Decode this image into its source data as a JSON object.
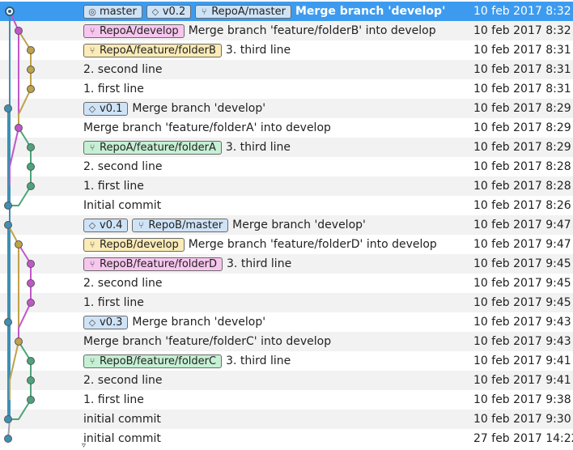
{
  "commits": [
    {
      "refs": [
        {
          "kind": "head",
          "label": "master",
          "color": "#cfe3f7"
        },
        {
          "kind": "tag",
          "label": "v0.2",
          "color": "#cfe3f7"
        },
        {
          "kind": "branch",
          "label": "RepoA/master",
          "color": "#cfe3f7"
        }
      ],
      "message": "Merge branch 'develop'",
      "date": "10 feb 2017 8:32",
      "selected": true
    },
    {
      "refs": [
        {
          "kind": "branch",
          "label": "RepoA/develop",
          "color": "#f7c6ee"
        }
      ],
      "message": "Merge branch 'feature/folderB' into develop",
      "date": "10 feb 2017 8:32"
    },
    {
      "refs": [
        {
          "kind": "branch",
          "label": "RepoA/feature/folderB",
          "color": "#fbebb6"
        }
      ],
      "message": "3. third line",
      "date": "10 feb 2017 8:31"
    },
    {
      "refs": [],
      "message": "2. second line",
      "date": "10 feb 2017 8:31"
    },
    {
      "refs": [],
      "message": "1. first line",
      "date": "10 feb 2017 8:31"
    },
    {
      "refs": [
        {
          "kind": "tag",
          "label": "v0.1",
          "color": "#cfe3f7"
        }
      ],
      "message": "Merge branch 'develop'",
      "date": "10 feb 2017 8:29"
    },
    {
      "refs": [],
      "message": "Merge branch 'feature/folderA' into develop",
      "date": "10 feb 2017 8:29"
    },
    {
      "refs": [
        {
          "kind": "branch",
          "label": "RepoA/feature/folderA",
          "color": "#c6f0d4"
        }
      ],
      "message": "3. third line",
      "date": "10 feb 2017 8:29"
    },
    {
      "refs": [],
      "message": "2. second line",
      "date": "10 feb 2017 8:28"
    },
    {
      "refs": [],
      "message": "1. first line",
      "date": "10 feb 2017 8:28"
    },
    {
      "refs": [],
      "message": "Initial commit",
      "date": "10 feb 2017 8:26"
    },
    {
      "refs": [
        {
          "kind": "tag",
          "label": "v0.4",
          "color": "#cfe3f7"
        },
        {
          "kind": "branch",
          "label": "RepoB/master",
          "color": "#cfe3f7"
        }
      ],
      "message": "Merge branch 'develop'",
      "date": "10 feb 2017 9:47"
    },
    {
      "refs": [
        {
          "kind": "branch",
          "label": "RepoB/develop",
          "color": "#fbebb6"
        }
      ],
      "message": "Merge branch 'feature/folderD' into develop",
      "date": "10 feb 2017 9:47"
    },
    {
      "refs": [
        {
          "kind": "branch",
          "label": "RepoB/feature/folderD",
          "color": "#f7c6ee"
        }
      ],
      "message": "3. third line",
      "date": "10 feb 2017 9:45"
    },
    {
      "refs": [],
      "message": "2. second line",
      "date": "10 feb 2017 9:45"
    },
    {
      "refs": [],
      "message": "1. first line",
      "date": "10 feb 2017 9:45"
    },
    {
      "refs": [
        {
          "kind": "tag",
          "label": "v0.3",
          "color": "#cfe3f7"
        }
      ],
      "message": "Merge branch 'develop'",
      "date": "10 feb 2017 9:43"
    },
    {
      "refs": [],
      "message": "Merge branch 'feature/folderC' into develop",
      "date": "10 feb 2017 9:43"
    },
    {
      "refs": [
        {
          "kind": "branch",
          "label": "RepoB/feature/folderC",
          "color": "#c6f0d4"
        }
      ],
      "message": "3. third line",
      "date": "10 feb 2017 9:41"
    },
    {
      "refs": [],
      "message": "2. second line",
      "date": "10 feb 2017 9:41"
    },
    {
      "refs": [],
      "message": "1. first line",
      "date": "10 feb 2017 9:38"
    },
    {
      "refs": [],
      "message": "initial commit",
      "date": "10 feb 2017 9:30"
    },
    {
      "refs": [],
      "message": "initial commit",
      "date": "27 feb 2017 14:22"
    }
  ],
  "graph": {
    "colors": {
      "blue": "#3f8fb3",
      "magenta": "#c256c9",
      "olive": "#bfa24a",
      "green": "#4ba57a",
      "gray": "#9aa6ad"
    },
    "nodes": [
      {
        "row": 0,
        "lane": 1,
        "color": "blue",
        "head": true
      },
      {
        "row": 1,
        "lane": 2,
        "color": "magenta"
      },
      {
        "row": 2,
        "lane": 3,
        "color": "olive"
      },
      {
        "row": 3,
        "lane": 3,
        "color": "olive"
      },
      {
        "row": 4,
        "lane": 3,
        "color": "olive"
      },
      {
        "row": 5,
        "lane": 0,
        "color": "blue"
      },
      {
        "row": 6,
        "lane": 2,
        "color": "magenta"
      },
      {
        "row": 7,
        "lane": 3,
        "color": "green"
      },
      {
        "row": 8,
        "lane": 3,
        "color": "green"
      },
      {
        "row": 9,
        "lane": 3,
        "color": "green"
      },
      {
        "row": 10,
        "lane": 0,
        "color": "blue"
      },
      {
        "row": 11,
        "lane": 0,
        "color": "blue"
      },
      {
        "row": 12,
        "lane": 2,
        "color": "olive"
      },
      {
        "row": 13,
        "lane": 3,
        "color": "magenta"
      },
      {
        "row": 14,
        "lane": 3,
        "color": "magenta"
      },
      {
        "row": 15,
        "lane": 3,
        "color": "magenta"
      },
      {
        "row": 16,
        "lane": 0,
        "color": "blue"
      },
      {
        "row": 17,
        "lane": 2,
        "color": "olive"
      },
      {
        "row": 18,
        "lane": 3,
        "color": "green"
      },
      {
        "row": 19,
        "lane": 3,
        "color": "green"
      },
      {
        "row": 20,
        "lane": 3,
        "color": "green"
      },
      {
        "row": 21,
        "lane": 0,
        "color": "blue"
      },
      {
        "row": 22,
        "lane": 0,
        "color": "blue"
      }
    ],
    "edges": [
      {
        "color": "blue",
        "pts": [
          [
            1,
            0
          ],
          [
            1,
            21
          ]
        ]
      },
      {
        "color": "gray",
        "pts": [
          [
            1,
            21
          ],
          [
            0,
            22
          ]
        ]
      },
      {
        "color": "magenta",
        "pts": [
          [
            1,
            0
          ],
          [
            2,
            1
          ],
          [
            2,
            6
          ],
          [
            1,
            8
          ],
          [
            1,
            9
          ]
        ]
      },
      {
        "color": "olive",
        "pts": [
          [
            2,
            1
          ],
          [
            3,
            2
          ],
          [
            3,
            4
          ],
          [
            2,
            5.3
          ],
          [
            2,
            6
          ]
        ]
      },
      {
        "color": "blue",
        "pts": [
          [
            0,
            5
          ],
          [
            0,
            10
          ]
        ]
      },
      {
        "color": "green",
        "pts": [
          [
            2,
            6
          ],
          [
            3,
            7
          ],
          [
            3,
            9
          ],
          [
            2,
            10
          ],
          [
            0,
            10
          ]
        ]
      },
      {
        "color": "magenta",
        "pts": [
          [
            0,
            10
          ],
          [
            0,
            10
          ]
        ]
      },
      {
        "color": "blue",
        "pts": [
          [
            0,
            11
          ],
          [
            0,
            21
          ]
        ]
      },
      {
        "color": "olive",
        "pts": [
          [
            0,
            11
          ],
          [
            2,
            12
          ],
          [
            2,
            17
          ],
          [
            1,
            19
          ],
          [
            1,
            20
          ]
        ]
      },
      {
        "color": "magenta",
        "pts": [
          [
            2,
            12
          ],
          [
            3,
            13
          ],
          [
            3,
            15
          ],
          [
            2,
            16.3
          ],
          [
            2,
            17
          ]
        ]
      },
      {
        "color": "green",
        "pts": [
          [
            2,
            17
          ],
          [
            3,
            18
          ],
          [
            3,
            20
          ],
          [
            2,
            21
          ],
          [
            0,
            21
          ]
        ]
      }
    ]
  }
}
